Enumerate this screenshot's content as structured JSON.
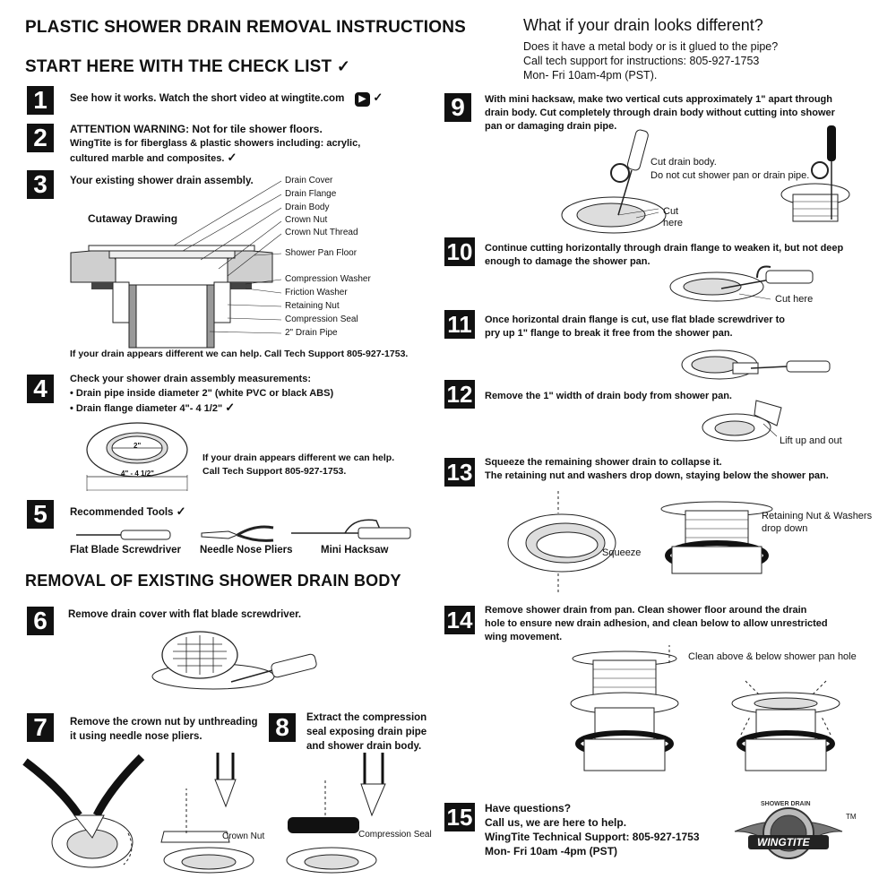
{
  "header": {
    "title": "PLASTIC SHOWER DRAIN REMOVAL INSTRUCTIONS",
    "checklist_title": "START HERE WITH THE CHECK LIST"
  },
  "different": {
    "title": "What if your drain looks different?",
    "line1": "Does it have a metal body or is it glued to the pipe?",
    "line2": "Call tech support for instructions: 805-927-1753",
    "line3": "Mon- Fri 10am-4pm (PST)."
  },
  "steps": {
    "s1": {
      "num": "1",
      "text": "See how it works. Watch the short video at ",
      "link": "wingtite.com"
    },
    "s2": {
      "num": "2",
      "line1": "ATTENTION WARNING: Not for tile shower floors.",
      "line2": "WingTite is for fiberglass & plastic showers including: acrylic,",
      "line3": "cultured marble and composites."
    },
    "s3": {
      "num": "3",
      "text": "Your existing shower drain assembly.",
      "cutaway": "Cutaway Drawing",
      "labels": [
        "Drain Cover",
        "Drain Flange",
        "Drain Body",
        "Crown Nut",
        "Crown Nut Thread",
        "Shower Pan Floor",
        "Compression Washer",
        "Friction Washer",
        "Retaining Nut",
        "Compression Seal",
        "2\" Drain Pipe"
      ],
      "help": "If your drain appears different we can help. Call Tech Support 805-927-1753."
    },
    "s4": {
      "num": "4",
      "line1": "Check your shower drain assembly measurements:",
      "line2": "• Drain pipe inside diameter 2\" (white PVC or black ABS)",
      "line3": "• Drain flange diameter 4\"- 4 1/2\"",
      "dim_inner": "2\"",
      "dim_outer": "4\" - 4 1/2\"",
      "help1": "If your drain appears different we can help.",
      "help2": "Call Tech Support 805-927-1753."
    },
    "s5": {
      "num": "5",
      "text": "Recommended Tools",
      "tool1": "Flat Blade Screwdriver",
      "tool2": "Needle Nose Pliers",
      "tool3": "Mini Hacksaw"
    },
    "removal_title": "REMOVAL OF EXISTING SHOWER DRAIN BODY",
    "s6": {
      "num": "6",
      "text": "Remove drain cover with flat blade screwdriver."
    },
    "s7": {
      "num": "7",
      "line1": "Remove the crown nut by unthreading",
      "line2": "it using needle nose pliers.",
      "label": "Crown Nut"
    },
    "s8": {
      "num": "8",
      "line1": "Extract the compression",
      "line2": "seal exposing drain pipe",
      "line3": "and shower drain body.",
      "label": "Compression Seal"
    },
    "s9": {
      "num": "9",
      "line1": "With mini hacksaw, make two vertical cuts approximately 1\" apart through",
      "line2": "drain body. Cut completely through drain body without cutting into shower",
      "line3": "pan or damaging drain pipe.",
      "note1": "Cut drain body.",
      "note2": "Do not cut shower pan or drain pipe.",
      "cut1": "Cut",
      "cut2": "here"
    },
    "s10": {
      "num": "10",
      "line1": "Continue cutting horizontally through drain flange to weaken it, but not deep",
      "line2": "enough to damage the shower pan.",
      "label": "Cut here"
    },
    "s11": {
      "num": "11",
      "line1": "Once horizontal drain flange is cut, use flat blade screwdriver to",
      "line2": "pry up 1\" flange to break it free from the shower pan."
    },
    "s12": {
      "num": "12",
      "text": "Remove the 1\" width of drain body from shower pan.",
      "label": "Lift up and out"
    },
    "s13": {
      "num": "13",
      "line1": "Squeeze the remaining shower drain to collapse it.",
      "line2": "The retaining nut and washers drop down, staying below the shower pan.",
      "squeeze": "Squeeze",
      "label1": "Retaining Nut & Washers",
      "label2": "drop down"
    },
    "s14": {
      "num": "14",
      "line1": "Remove shower drain from pan. Clean shower floor around the drain",
      "line2": "hole to ensure new drain adhesion, and clean below to allow unrestricted",
      "line3": "wing movement.",
      "label": "Clean above & below shower pan hole"
    },
    "s15": {
      "num": "15",
      "line1": "Have questions?",
      "line2": "Call us, we are here to help.",
      "line3": "WingTite Technical Support: 805-927-1753",
      "line4": "Mon- Fri 10am -4pm (PST)"
    }
  },
  "logo": {
    "top": "SHOWER DRAIN",
    "main": "WINGTITE",
    "tm": "TM"
  },
  "icons": {
    "check": "check-icon",
    "video": "play-icon"
  }
}
